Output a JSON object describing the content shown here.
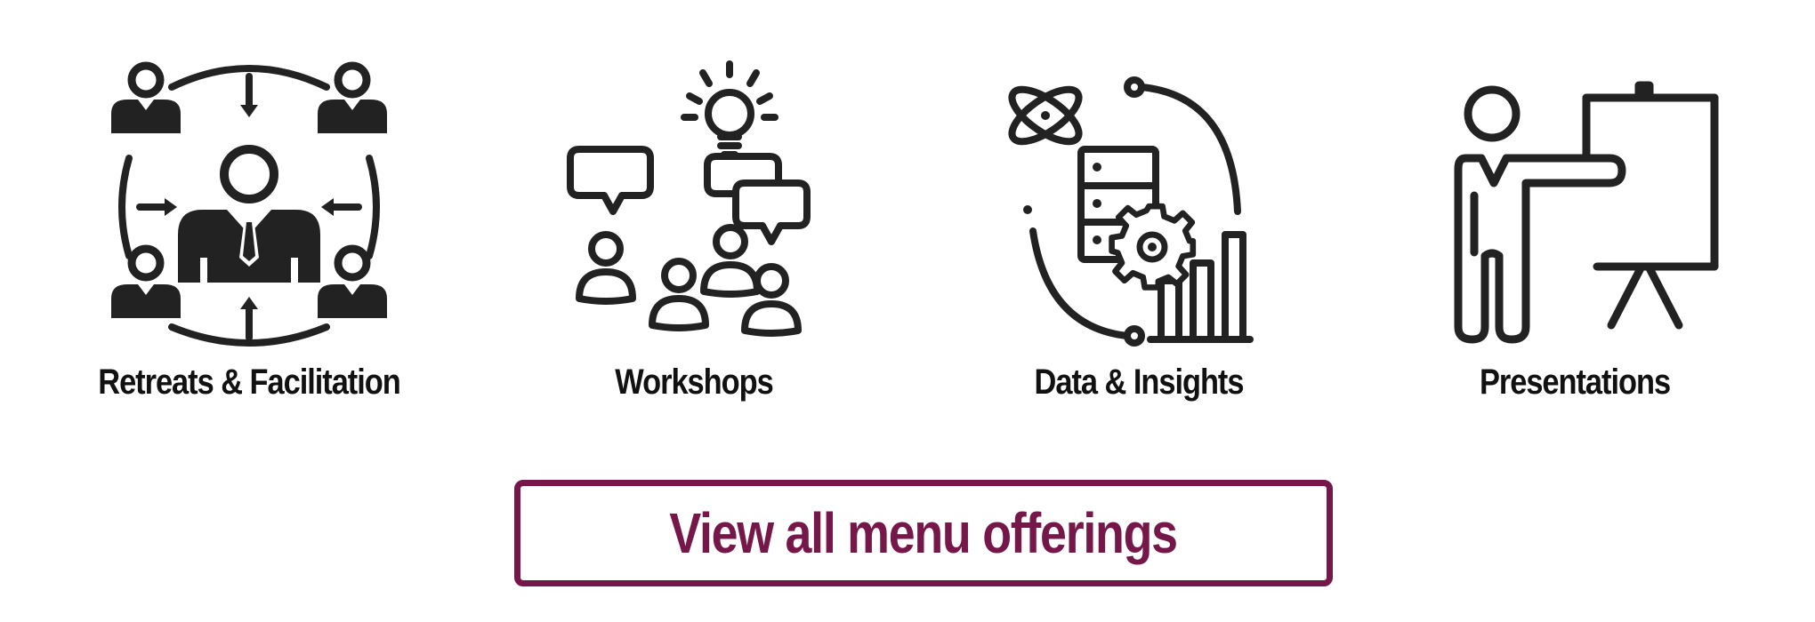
{
  "colors": {
    "accent": "#76174a",
    "icon": "#222222",
    "label": "#111111"
  },
  "offerings": [
    {
      "label": "Retreats & Facilitation",
      "icon": "team-facilitation-icon"
    },
    {
      "label": "Workshops",
      "icon": "workshop-discussion-icon"
    },
    {
      "label": "Data & Insights",
      "icon": "data-insights-icon"
    },
    {
      "label": "Presentations",
      "icon": "presenter-board-icon"
    }
  ],
  "cta": {
    "label": "View all menu offerings"
  }
}
